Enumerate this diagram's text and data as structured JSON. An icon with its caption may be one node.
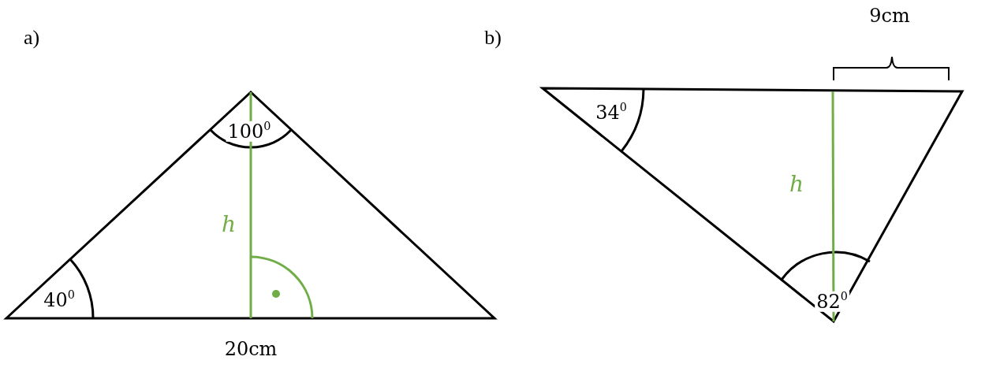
{
  "diagram": {
    "labels": [
      "a)",
      "b)",
      "9cm",
      "34$^{0}$",
      "100$^{0}$",
      "h",
      "h",
      "40$^{0}$",
      "82$^{0}$",
      "20cm"
    ]
  }
}
